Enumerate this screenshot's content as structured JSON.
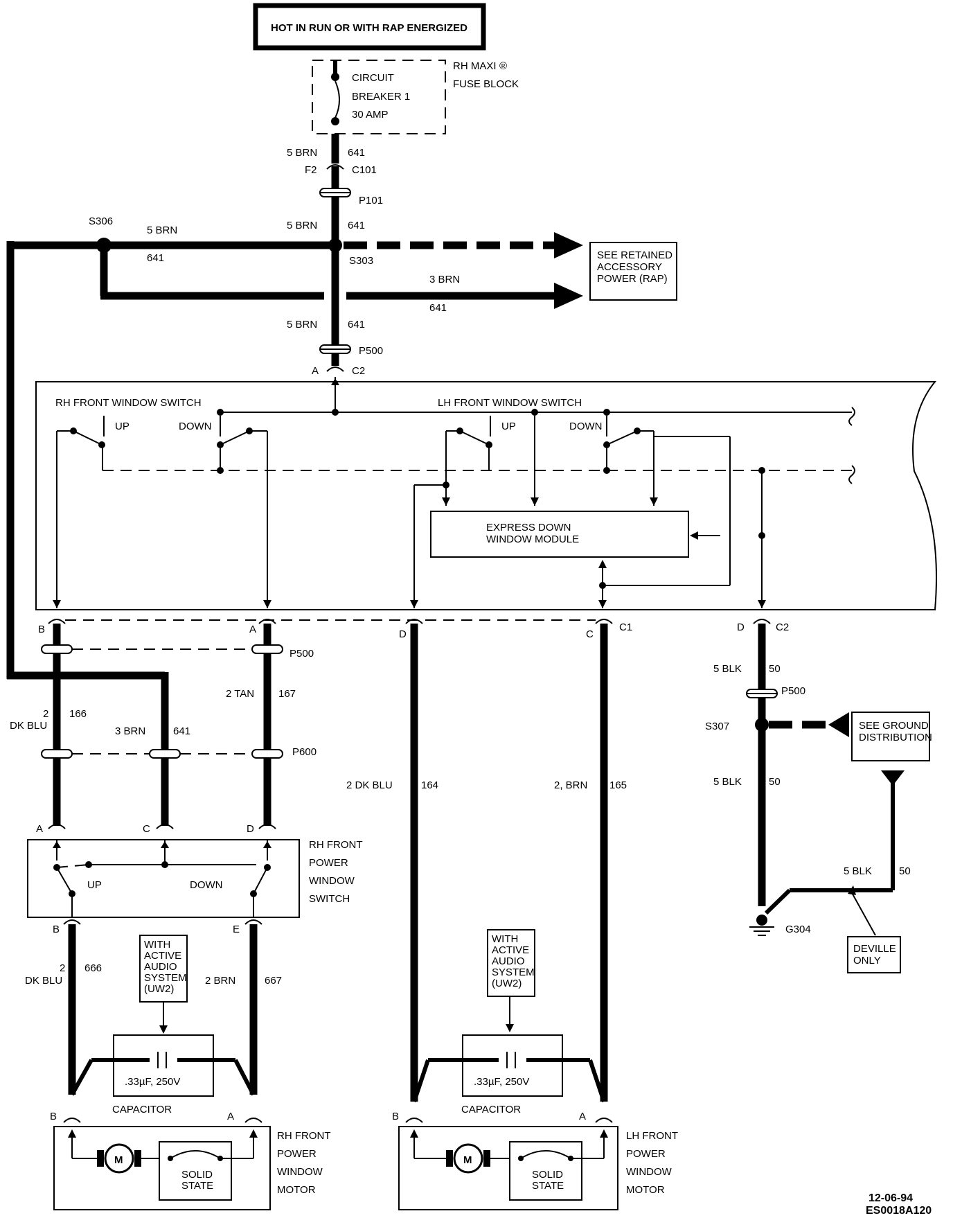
{
  "top_label": "HOT IN RUN OR WITH RAP ENERGIZED",
  "fuse_block": {
    "line1": "RH MAXI",
    "registered": "®",
    "line2": "FUSE BLOCK",
    "breaker_line1": "CIRCUIT",
    "breaker_line2": "BREAKER 1",
    "breaker_line3": "30 AMP"
  },
  "wires": {
    "w641_a_size": "5 BRN",
    "w641_a_num": "641",
    "w641_b_size": "5 BRN",
    "w641_b_num": "641",
    "w641_c_size": "5 BRN",
    "w641_c_num": "641",
    "s306_size": "5 BRN",
    "s306_num": "641",
    "rap_size": "3 BRN",
    "rap_num": "641",
    "w166_size_1": "2",
    "w166_size_2": "DK BLU",
    "w166_num": "166",
    "w641_d_size": "3 BRN",
    "w641_d_num": "641",
    "w167_size": "2 TAN",
    "w167_num": "167",
    "w164_size": "2 DK BLU",
    "w164_num": "164",
    "w165_size": "2, BRN",
    "w165_num": "165",
    "w50_a_size": "5 BLK",
    "w50_a_num": "50",
    "w50_b_size": "5 BLK",
    "w50_b_num": "50",
    "w50_c_size": "5 BLK",
    "w50_c_num": "50",
    "w666_size_1": "2",
    "w666_size_2": "DK BLU",
    "w666_num": "666",
    "w667_size": "2 BRN",
    "w667_num": "667"
  },
  "connectors": {
    "f2": "F2",
    "c101": "C101",
    "p101": "P101",
    "s306": "S306",
    "s303": "S303",
    "p500_top": "P500",
    "c2_top_pin": "A",
    "c2_top": "C2",
    "pin_b_left": "B",
    "pin_a_left": "A",
    "pin_d_mid": "D",
    "pin_c_mid": "C",
    "c1": "C1",
    "pin_d_right": "D",
    "c2_right": "C2",
    "p500_left": "P500",
    "p500_right": "P500",
    "s307": "S307",
    "p600": "P600",
    "g304": "G304",
    "sw_pin_a": "A",
    "sw_pin_c": "C",
    "sw_pin_d": "D",
    "sw_pin_b": "B",
    "sw_pin_e": "E",
    "rh_motor_b": "B",
    "rh_motor_a": "A",
    "lh_motor_b": "B",
    "lh_motor_a": "A"
  },
  "boxes": {
    "rap_1": "SEE RETAINED",
    "rap_2": "ACCESSORY",
    "rap_3": "POWER (RAP)",
    "ground_1": "SEE GROUND",
    "ground_2": "DISTRIBUTION",
    "deville_1": "DEVILLE",
    "deville_2": "ONLY",
    "express_1": "EXPRESS DOWN",
    "express_2": "WINDOW MODULE"
  },
  "switch_panel": {
    "rh_title": "RH FRONT WINDOW SWITCH",
    "lh_title": "LH FRONT WINDOW SWITCH",
    "rh_up": "UP",
    "rh_down": "DOWN",
    "lh_up": "UP",
    "lh_down": "DOWN"
  },
  "rh_switch": {
    "line1": "RH FRONT",
    "line2": "POWER",
    "line3": "WINDOW",
    "line4": "SWITCH",
    "up": "UP",
    "down": "DOWN"
  },
  "audio_note": {
    "line1": "WITH",
    "line2": "ACTIVE",
    "line3": "AUDIO",
    "line4": "SYSTEM",
    "line5": "(UW2)"
  },
  "capacitor": {
    "value": ".33µF, 250V",
    "label": "CAPACITOR"
  },
  "motor": {
    "symbol": "M",
    "solid_1": "SOLID",
    "solid_2": "STATE"
  },
  "rh_motor_label": {
    "line1": "RH FRONT",
    "line2": "POWER",
    "line3": "WINDOW",
    "line4": "MOTOR"
  },
  "lh_motor_label": {
    "line1": "LH FRONT",
    "line2": "POWER",
    "line3": "WINDOW",
    "line4": "MOTOR"
  },
  "footer": {
    "date": "12-06-94",
    "code": "ES0018A120"
  }
}
